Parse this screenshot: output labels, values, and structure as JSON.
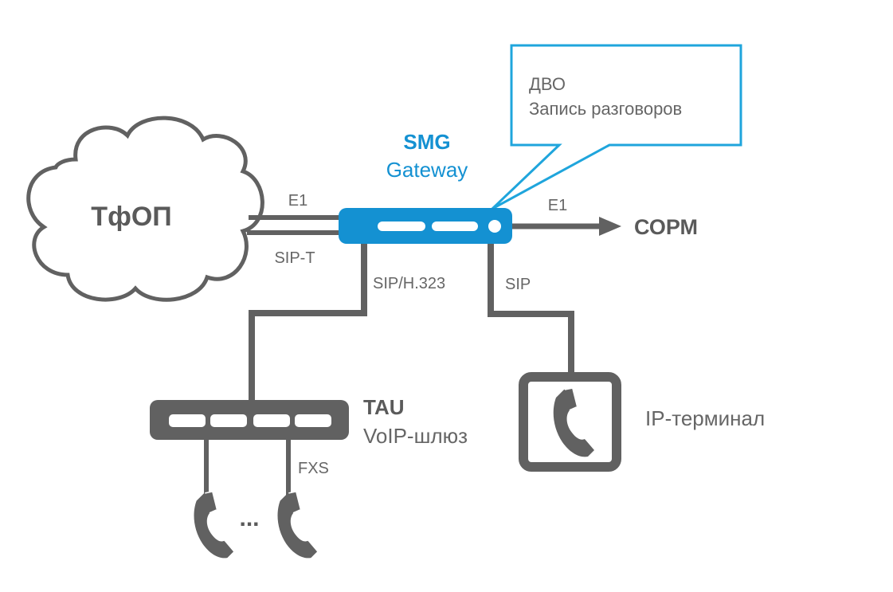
{
  "colors": {
    "accent": "#1491d2",
    "line": "#616161",
    "text": "#666666",
    "background": "#ffffff"
  },
  "nodes": {
    "pstn": {
      "label": "ТфОП",
      "icon": "cloud-icon"
    },
    "gateway": {
      "title": "SMG",
      "subtitle": "Gateway",
      "icon": "router-icon"
    },
    "sorm": {
      "label": "СОРМ"
    },
    "tau": {
      "title": "TAU",
      "subtitle": "VoIP-шлюз",
      "icon": "switch-icon"
    },
    "ip_terminal": {
      "label": "IP-терминал",
      "icon": "phone-icon"
    },
    "analog_phones": {
      "ellipsis": "...",
      "icon": "phone-icon"
    }
  },
  "callout": {
    "line1": "ДВО",
    "line2": "Запись разговоров"
  },
  "links": {
    "pstn_e1": "E1",
    "pstn_sipt": "SIP-T",
    "sorm_e1": "E1",
    "tau_link": "SIP/H.323",
    "ip_link": "SIP",
    "fxs": "FXS"
  }
}
